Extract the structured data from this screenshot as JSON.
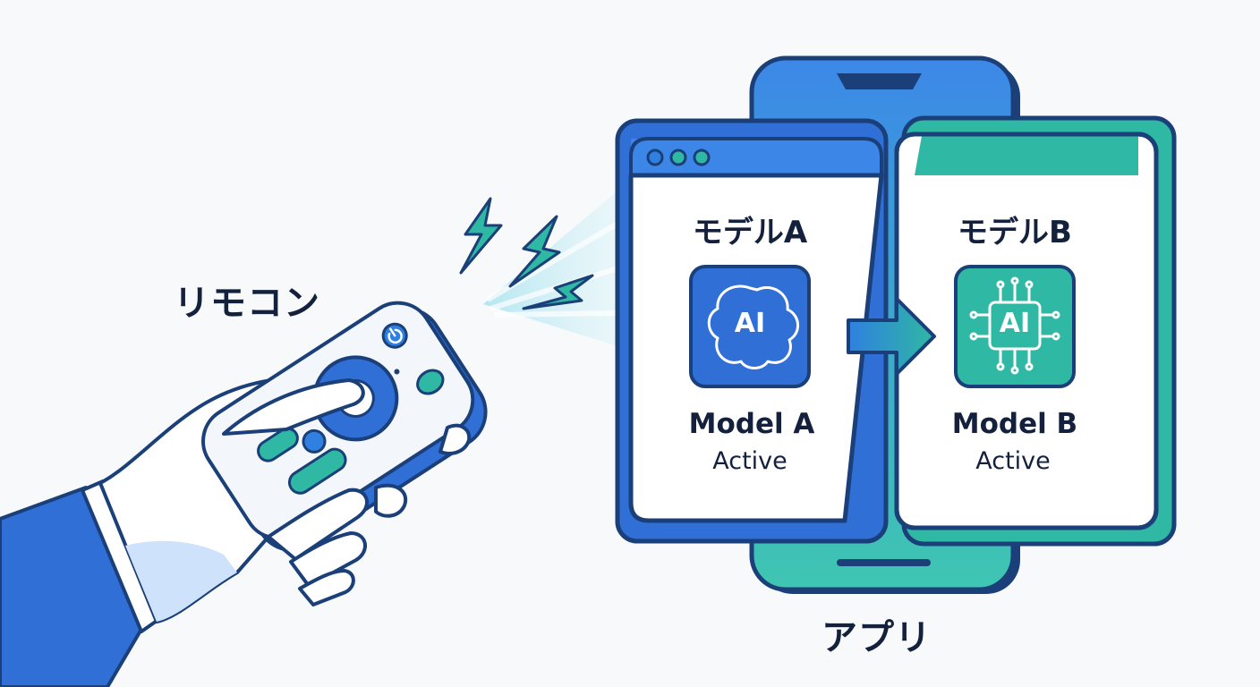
{
  "remote": {
    "label": "リモコン"
  },
  "app": {
    "label": "アプリ"
  },
  "windows": [
    {
      "title": "モデルA",
      "badge": "AI",
      "name": "Model A",
      "status": "Active",
      "icon": "brain-icon"
    },
    {
      "title": "モデルB",
      "badge": "AI",
      "name": "Model B",
      "status": "Active",
      "icon": "chip-icon"
    }
  ],
  "colors": {
    "blue": "#2f7ae5",
    "teal": "#2fb8a3",
    "navy": "#1b3f78",
    "ink": "#14213d"
  }
}
